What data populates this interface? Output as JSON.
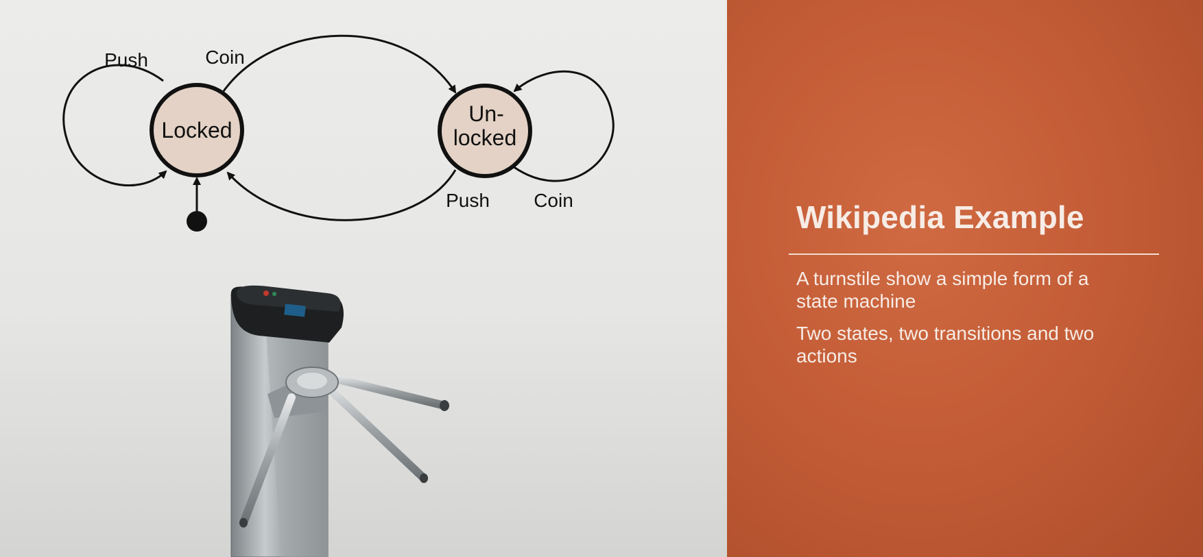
{
  "diagram": {
    "states": [
      {
        "id": "locked",
        "label": "Locked"
      },
      {
        "id": "unlocked",
        "label_line1": "Un-",
        "label_line2": "locked"
      }
    ],
    "transitions": [
      {
        "from": "locked",
        "to": "locked",
        "label": "Push"
      },
      {
        "from": "locked",
        "to": "unlocked",
        "label": "Coin"
      },
      {
        "from": "unlocked",
        "to": "locked",
        "label": "Push"
      },
      {
        "from": "unlocked",
        "to": "unlocked",
        "label": "Coin"
      }
    ],
    "colors": {
      "state_fill": "#e3d2c5",
      "stroke": "#111111"
    }
  },
  "slide": {
    "title": "Wikipedia Example",
    "bullets": [
      "A turnstile show a simple form of a state machine",
      "Two states, two transitions and two actions"
    ],
    "colors": {
      "accent_panel": "#c45d37",
      "text": "#f7ece6"
    }
  }
}
